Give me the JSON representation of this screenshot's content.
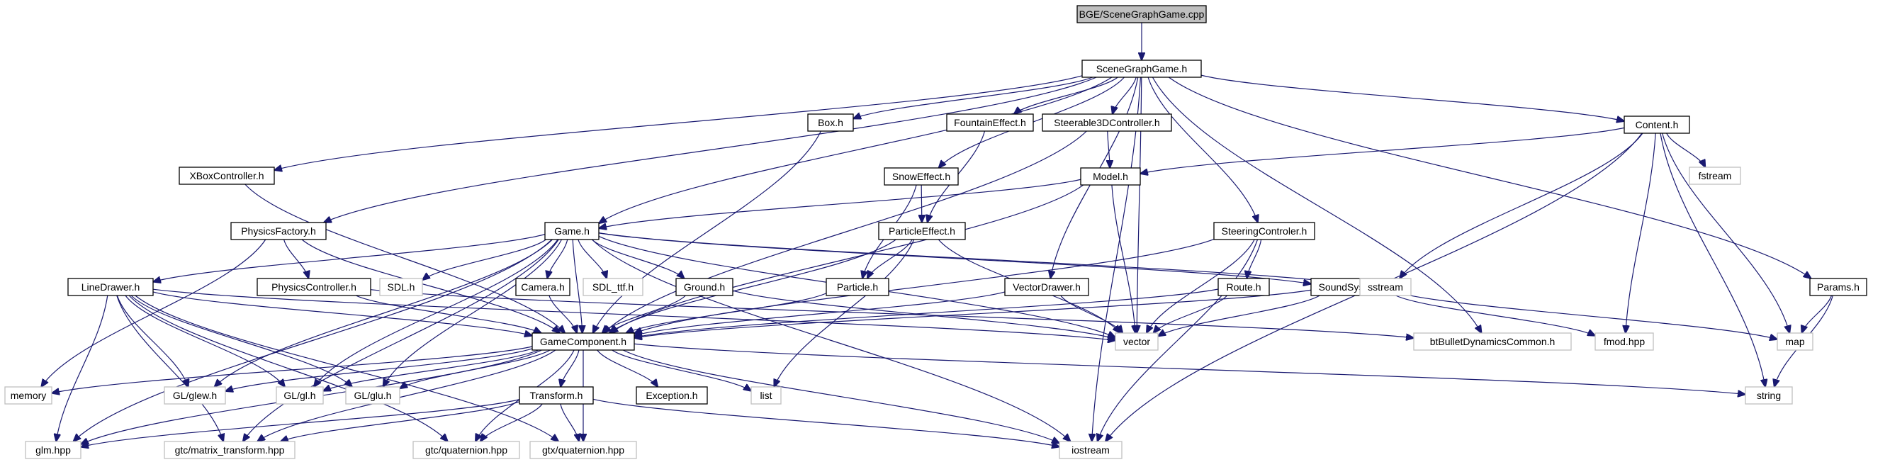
{
  "diagram": {
    "nodes": {
      "root": "BGE/SceneGraphGame.cpp",
      "scenegraph": "SceneGraphGame.h",
      "box": "Box.h",
      "fountain": "FountainEffect.h",
      "steerable": "Steerable3DController.h",
      "content": "Content.h",
      "xbox": "XBoxController.h",
      "snow": "SnowEffect.h",
      "model": "Model.h",
      "fstream": "fstream",
      "physfactory": "PhysicsFactory.h",
      "game": "Game.h",
      "particleeffect": "ParticleEffect.h",
      "steeringctl": "SteeringControler.h",
      "physctl": "PhysicsController.h",
      "sdl": "SDL.h",
      "camera": "Camera.h",
      "sdlttf": "SDL_ttf.h",
      "ground": "Ground.h",
      "particle": "Particle.h",
      "linedrawer": "LineDrawer.h",
      "vectordrawer": "VectorDrawer.h",
      "route": "Route.h",
      "soundsystem": "SoundSystem.h",
      "sstream": "sstream",
      "params": "Params.h",
      "gamecomponent": "GameComponent.h",
      "vector": "vector",
      "btbullet": "btBulletDynamicsCommon.h",
      "fmodhpp": "fmod.hpp",
      "map": "map",
      "memory": "memory",
      "glew": "GL/glew.h",
      "glh": "GL/gl.h",
      "gluh": "GL/glu.h",
      "transform": "Transform.h",
      "exception": "Exception.h",
      "list": "list",
      "string": "string",
      "glmhpp": "glm.hpp",
      "gtcmatrix": "gtc/matrix_transform.hpp",
      "gtcquat": "gtc/quaternion.hpp",
      "gtxquat": "gtx/quaternion.hpp",
      "iostream": "iostream"
    }
  }
}
